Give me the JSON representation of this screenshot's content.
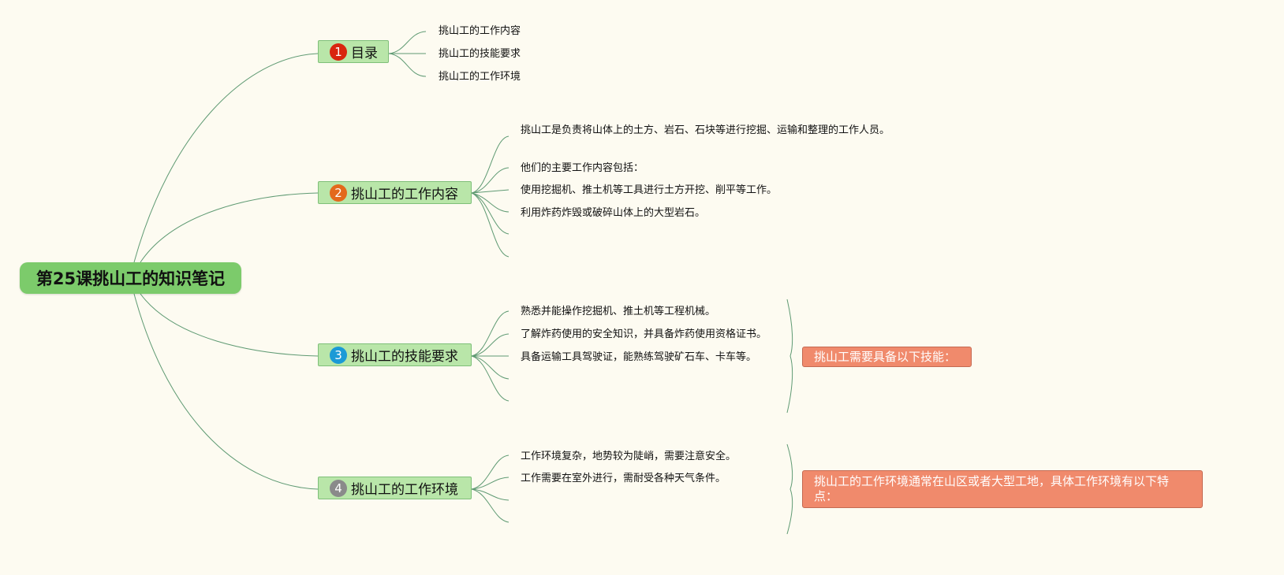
{
  "root": {
    "title": "第25课挑山工的知识笔记"
  },
  "branches": [
    {
      "num": "1",
      "label": "目录",
      "color": "#d9250f",
      "leaves": [
        "挑山工的工作内容",
        "挑山工的技能要求",
        "挑山工的工作环境"
      ]
    },
    {
      "num": "2",
      "label": "挑山工的工作内容",
      "color": "#e3691c",
      "leaves": [
        "挑山工是负责将山体上的土方、岩石、石块等进行挖掘、运输和整理的工作人员。",
        "他们的主要工作内容包括：",
        "使用挖掘机、推土机等工具进行土方开挖、削平等工作。",
        "利用炸药炸毁或破碎山体上的大型岩石。"
      ]
    },
    {
      "num": "3",
      "label": "挑山工的技能要求",
      "color": "#1b9ad6",
      "leaves": [
        "熟悉并能操作挖掘机、推土机等工程机械。",
        "了解炸药使用的安全知识，并具备炸药使用资格证书。",
        "具备运输工具驾驶证，能熟练驾驶矿石车、卡车等。"
      ],
      "callout": "挑山工需要具备以下技能："
    },
    {
      "num": "4",
      "label": "挑山工的工作环境",
      "color": "#8a8a8a",
      "leaves": [
        "工作环境复杂，地势较为陡峭，需要注意安全。",
        "工作需要在室外进行，需耐受各种天气条件。"
      ],
      "callout": "挑山工的工作环境通常在山区或者大型工地，具体工作环境有以下特点："
    }
  ]
}
